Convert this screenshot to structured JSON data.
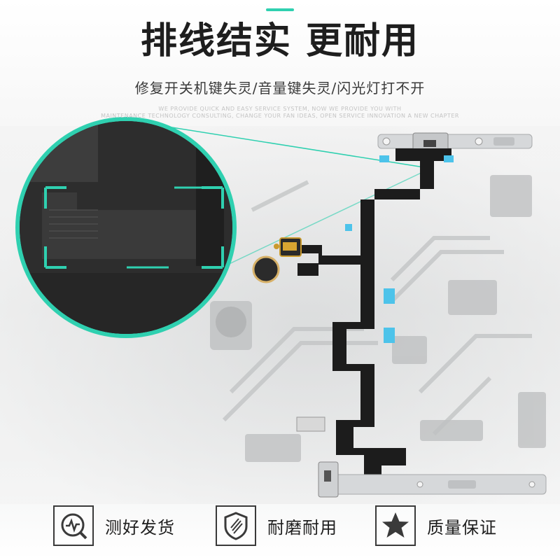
{
  "headline": "排线结实  更耐用",
  "subtitle": "修复开关机键失灵/音量键失灵/闪光灯打不开",
  "faint_line_1": "WE PROVIDE QUICK AND EASY SERVICE SYSTEM, NOW WE PROVIDE YOU WITH",
  "faint_line_2": "MAINTENANCE TECHNOLOGY CONSULTING, CHANGE YOUR FAN IDEAS, OPEN SERVICE INNOVATION A NEW CHAPTER",
  "badges": [
    {
      "label": "测好发货",
      "icon": "heartbeat-check-icon"
    },
    {
      "label": "耐磨耐用",
      "icon": "shield-icon"
    },
    {
      "label": "质量保证",
      "icon": "star-icon"
    }
  ],
  "colors": {
    "accent": "#2fd0b0",
    "cable": "#1c1c1c",
    "metal": "#d6d8da",
    "text": "#1e1e1e"
  }
}
